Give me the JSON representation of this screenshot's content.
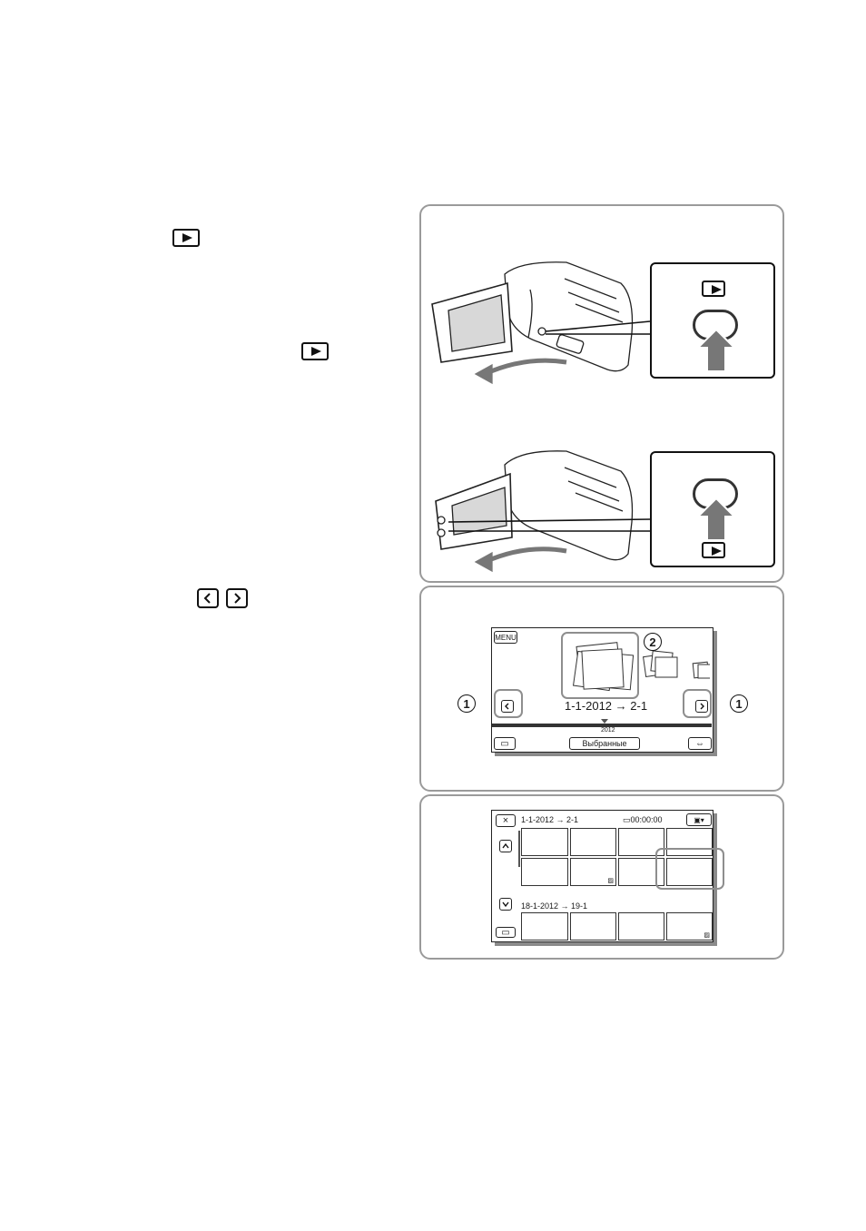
{
  "panel2": {
    "date_range": "1-1-2012 → 2-1",
    "timeline_year": "2012",
    "menu_label": "MENU",
    "favorites_label": "Выбранные",
    "callout_1": "1",
    "callout_2": "2"
  },
  "panel3": {
    "date_range_1": "1-1-2012 → 2-1",
    "duration": "00:00:00",
    "date_range_2": "18-1-2012 → 19-1",
    "close_label": "×"
  },
  "colors": {
    "highlight_gray": "#8e8e8e",
    "border_gray": "#9a9a9a"
  }
}
